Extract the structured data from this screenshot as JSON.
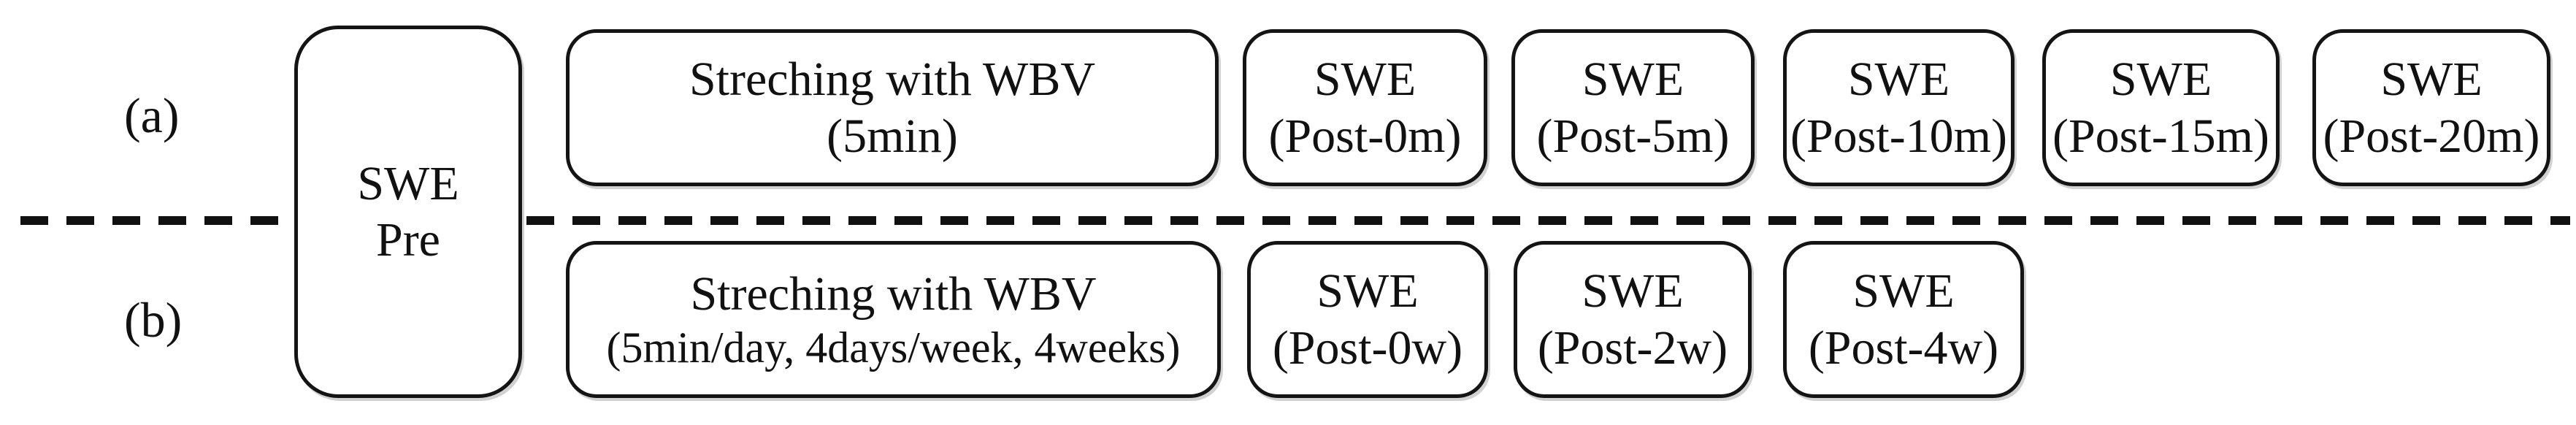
{
  "diagram": {
    "row_a_label": "(a)",
    "row_b_label": "(b)",
    "pre_box": {
      "line1": "SWE",
      "line2": "Pre"
    },
    "row_a": {
      "stretch_box": {
        "line1": "Streching with WBV",
        "line2": "(5min)"
      },
      "swe_boxes": [
        {
          "line1": "SWE",
          "line2": "(Post-0m)"
        },
        {
          "line1": "SWE",
          "line2": "(Post-5m)"
        },
        {
          "line1": "SWE",
          "line2": "(Post-10m)"
        },
        {
          "line1": "SWE",
          "line2": "(Post-15m)"
        },
        {
          "line1": "SWE",
          "line2": "(Post-20m)"
        }
      ]
    },
    "row_b": {
      "stretch_box": {
        "line1": "Streching with WBV",
        "line2": "(5min/day, 4days/week, 4weeks)"
      },
      "swe_boxes": [
        {
          "line1": "SWE",
          "line2": "(Post-0w)"
        },
        {
          "line1": "SWE",
          "line2": "(Post-2w)"
        },
        {
          "line1": "SWE",
          "line2": "(Post-4w)"
        }
      ]
    },
    "colors": {
      "background": "#ffffff",
      "border": "#141414",
      "text": "#111111",
      "dashed_line": "#111111"
    }
  }
}
